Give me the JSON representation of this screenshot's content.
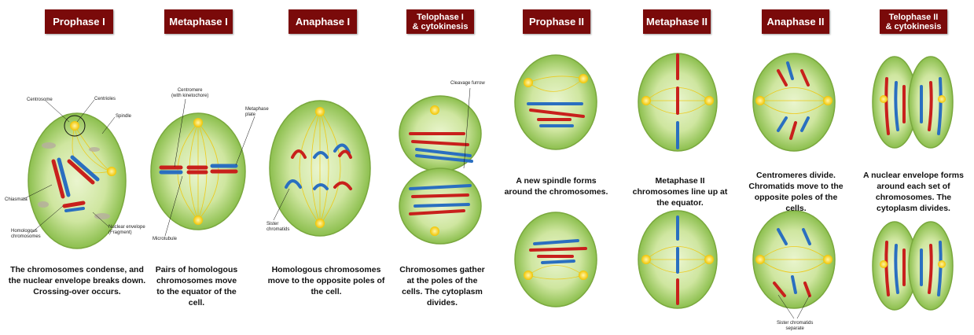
{
  "stages": [
    {
      "title": "Prophase I",
      "caption": "The chromosomes condense, and the nuclear envelope breaks down. Crossing-over occurs."
    },
    {
      "title": "Metaphase I",
      "caption": "Pairs of homologous chromosomes move to the equator of the cell."
    },
    {
      "title": "Anaphase I",
      "caption": "Homologous chromosomes move to the opposite poles of the cell."
    },
    {
      "title": "Telophase I\n& cytokinesis",
      "caption": "Chromosomes gather at the poles of the cells. The cytoplasm divides."
    },
    {
      "title": "Prophase II",
      "caption": "A new spindle forms around the chromosomes."
    },
    {
      "title": "Metaphase II",
      "caption": "Metaphase II chromosomes line up at the equator."
    },
    {
      "title": "Anaphase II",
      "caption": "Centromeres divide. Chromatids move to the opposite poles of the cells."
    },
    {
      "title": "Telophase II\n& cytokinesis",
      "caption": "A nuclear envelope forms around each set of chromosomes. The cytoplasm divides."
    }
  ],
  "labels": {
    "centrosome": "Centrosome",
    "centrioles": "Centrioles",
    "spindle": "Spindle",
    "chiasmata": "Chiasmata",
    "homologous": "Homologous\nchromosomes",
    "nuclear_envelope": "Nuclear envelope\n(Fragment)",
    "centromere": "Centromere\n(with kinetochore)",
    "metaphase_plate": "Metaphase\nplate",
    "microtubule": "Microtubule",
    "sister_chromatids": "Sister\nchromatids",
    "cleavage_furrow": "Cleavage furrow",
    "sister_separate": "Sister chromatids\nseparate"
  },
  "colors": {
    "header_bg": "#7a0a0a",
    "cell_outer": "#8cbf4e",
    "cell_inner": "#d8ecb0",
    "chromosome_red": "#c8201c",
    "chromosome_blue": "#2a6fc0",
    "spindle": "#f2c400"
  }
}
